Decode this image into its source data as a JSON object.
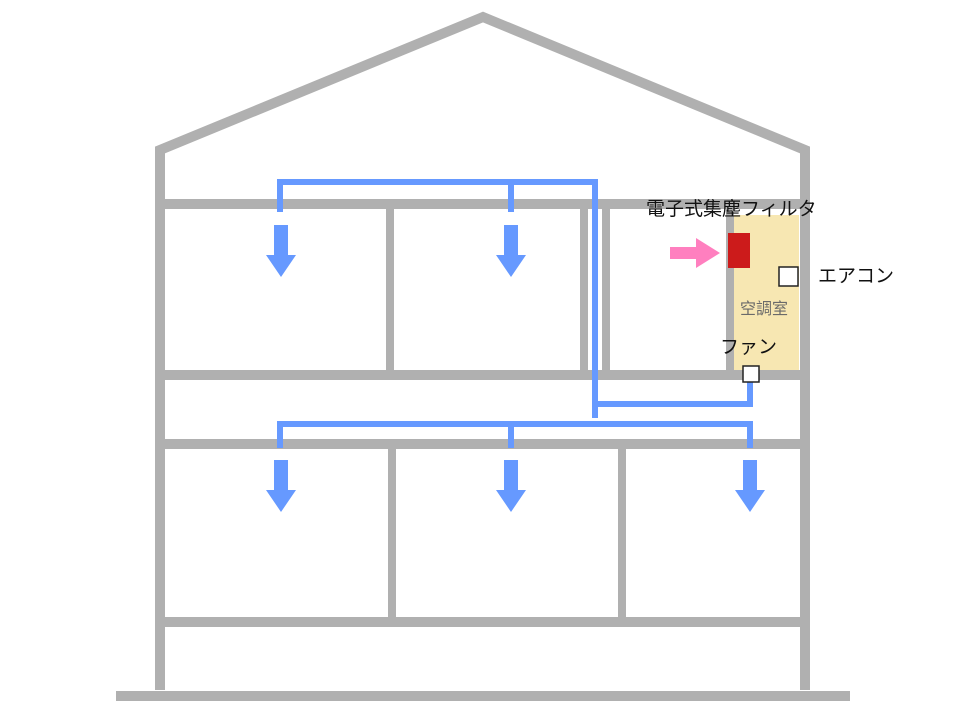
{
  "labels": {
    "filter": "電子式集塵フィルタ",
    "aircon": "エアコン",
    "fan": "ファン",
    "ac_room": "空調室"
  },
  "colors": {
    "structure": "#b0b0b0",
    "duct": "#6699ff",
    "ac_room_fill": "#f7e7b2",
    "filter": "#cc1b1b",
    "intake_arrow": "#ff7fbf"
  }
}
